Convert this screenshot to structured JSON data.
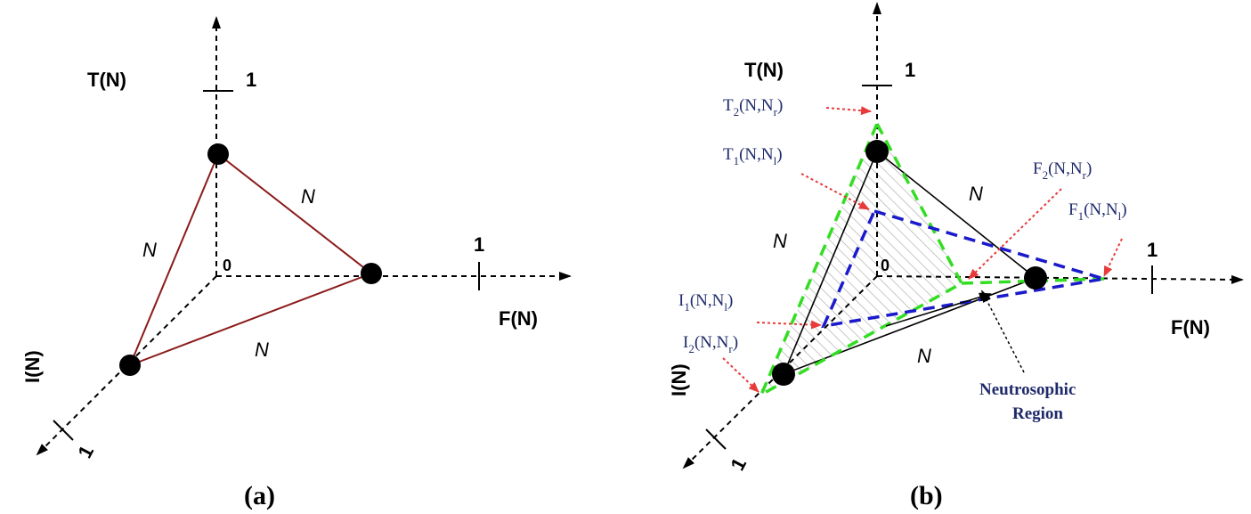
{
  "panel_a": {
    "caption": "(a)",
    "axis_t": "T(N)",
    "axis_f": "F(N)",
    "axis_i": "I(N)",
    "origin": "0",
    "tick_t": "1",
    "tick_f": "1",
    "tick_i": "1",
    "edges": [
      "N",
      "N",
      "N"
    ],
    "edge_color": "#8b1a1a"
  },
  "panel_b": {
    "caption": "(b)",
    "axis_t": "T(N)",
    "axis_f": "F(N)",
    "axis_i": "I(N)",
    "origin": "0",
    "tick_t": "1",
    "tick_f": "1",
    "tick_i": "1",
    "edges": [
      "N",
      "N",
      "N"
    ],
    "annotations": {
      "t2": {
        "base": "T",
        "idx": "2",
        "args_pre": "(N,N",
        "args_sub": "r",
        "args_post": ")"
      },
      "t1": {
        "base": "T",
        "idx": "1",
        "args_pre": "(N,N",
        "args_sub": "l",
        "args_post": ")"
      },
      "f2": {
        "base": "F",
        "idx": "2",
        "args_pre": "(N,N",
        "args_sub": "r",
        "args_post": ")"
      },
      "f1": {
        "base": "F",
        "idx": "1",
        "args_pre": "(N,N",
        "args_sub": "l",
        "args_post": ")"
      },
      "i1": {
        "base": "I",
        "idx": "1",
        "args_pre": "(N,N",
        "args_sub": "l",
        "args_post": ")"
      },
      "i2": {
        "base": "I",
        "idx": "2",
        "args_pre": "(N,N",
        "args_sub": "r",
        "args_post": ")"
      }
    },
    "region_line1": "Neutrosophic",
    "region_line2": "Region",
    "colors": {
      "green_dash": "#33dd22",
      "blue_dash": "#1a1acc",
      "red_arrow": "#e83a3a",
      "label_blue": "#1f2a6b",
      "hatch": "#aaaaaa"
    }
  }
}
